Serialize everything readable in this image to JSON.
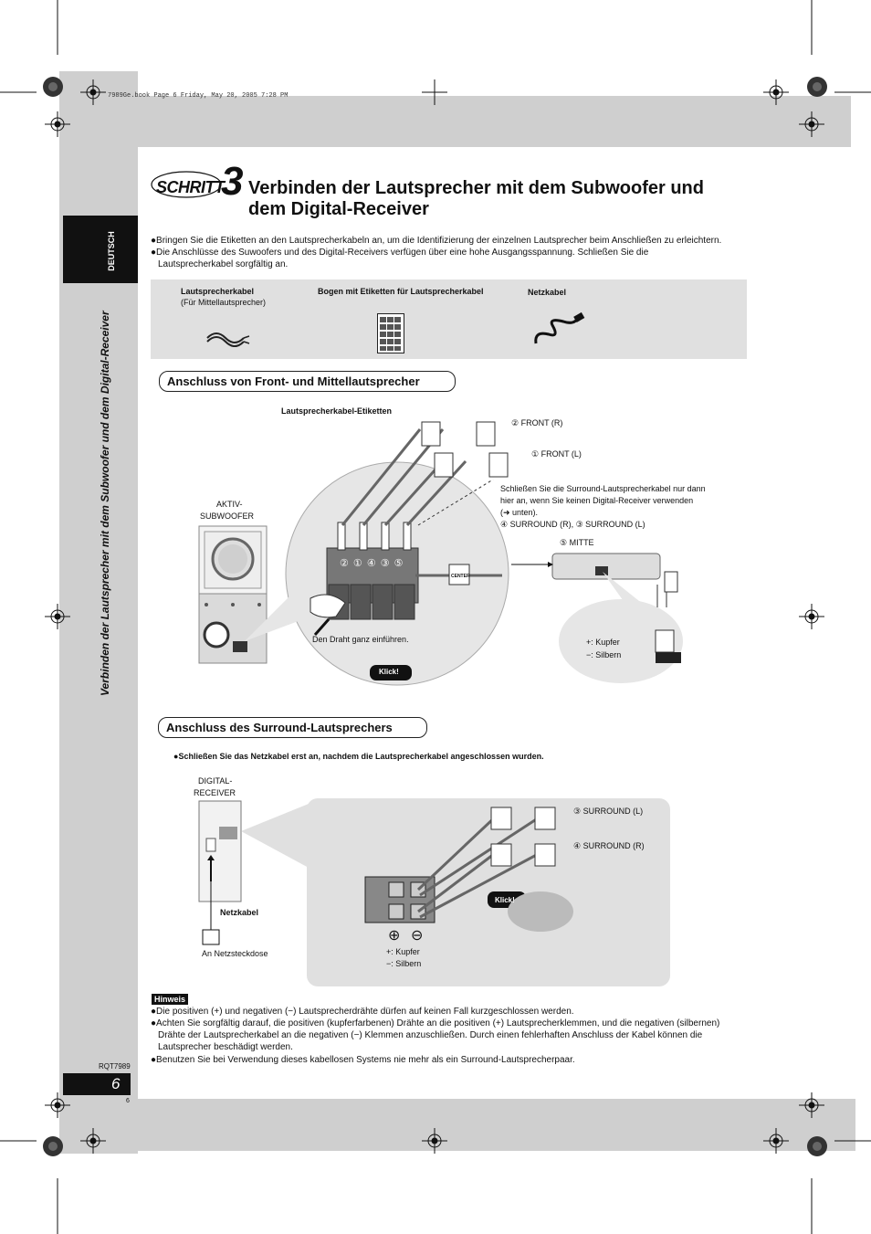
{
  "print_info": "7989Ge.book  Page 6  Friday, May 20, 2005  7:28 PM",
  "sidebar": {
    "language": "DEUTSCH",
    "vertical_title": "Verbinden der Lautsprecher mit dem Subwoofer und dem Digital-Receiver"
  },
  "step": {
    "word": "SCHRITT",
    "number": "3",
    "title_line1": "Verbinden der Lautsprecher mit dem Subwoofer und",
    "title_line2": "dem Digital-Receiver"
  },
  "intro_bullets": [
    "Bringen Sie die Etiketten an den Lautsprecherkabeln an, um die Identifizierung der einzelnen Lautsprecher beim Anschließen zu erleichtern.",
    "Die Anschlüsse des Suwoofers und des Digital-Receivers verfügen über eine hohe Ausgangsspannung. Schließen Sie die",
    "Lautsprecherkabel sorgfältig an."
  ],
  "accessories": {
    "item1_title": "Lautsprecherkabel",
    "item1_sub": "(Für Mittellautsprecher)",
    "item2_title": "Bogen mit Etiketten für Lautsprecherkabel",
    "item3_title": "Netzkabel"
  },
  "section1": {
    "title": "Anschluss von Front- und Mittellautsprecher",
    "label_tags": "Lautsprecherkabel-Etiketten",
    "front_r": "② FRONT (R)",
    "front_l": "① FRONT (L)",
    "note1": "Schließen Sie die Surround-Lautsprecherkabel nur dann",
    "note2": "hier an, wenn Sie keinen Digital-Receiver verwenden",
    "note3": "(➜ unten).",
    "note4": "④ SURROUND (R), ③ SURROUND (L)",
    "subwoofer_line1": "AKTIV-",
    "subwoofer_line2": "SUBWOOFER",
    "mitte": "⑤ MITTE",
    "terminal_numbers": "② ① ④ ③ ⑤",
    "insert_wire": "Den Draht ganz einführen.",
    "klick": "Klick!",
    "plus_label": "+:  Kupfer",
    "minus_label": "−:  Silbern",
    "center_tag": "CENTER"
  },
  "section2": {
    "title": "Anschluss des Surround-Lautsprechers",
    "bullet": "Schließen Sie das Netzkabel erst an, nachdem die Lautsprecherkabel angeschlossen wurden.",
    "receiver_line1": "DIGITAL-",
    "receiver_line2": "RECEIVER",
    "netzkabel": "Netzkabel",
    "outlet": "An Netzsteckdose",
    "surround_l": "③ SURROUND (L)",
    "surround_r": "④ SURROUND (R)",
    "klick": "Klick!",
    "plus_label": "+: Kupfer",
    "minus_label": "−: Silbern",
    "plus_sym": "⊕",
    "minus_sym": "⊖"
  },
  "hinweis": {
    "badge": "Hinweis",
    "bullets": [
      "Die positiven (+) und negativen (−) Lautsprecherdrähte dürfen auf keinen Fall kurzgeschlossen werden.",
      "Achten Sie sorgfältig darauf, die positiven (kupferfarbenen) Drähte an die positiven (+) Lautsprecherklemmen, und die negativen (silbernen)",
      "Drähte der Lautsprecherkabel an die negativen (−) Klemmen anzuschließen. Durch einen fehlerhaften Anschluss der Kabel können die",
      "Lautsprecher beschädigt werden.",
      "Benutzen Sie bei Verwendung dieses kabellosen Systems nie mehr als ein Surround-Lautsprecherpaar."
    ]
  },
  "footer": {
    "doc_code": "RQT7989",
    "page_number": "6",
    "page_small": "6"
  },
  "colors": {
    "band_gray": "#cfcfcf",
    "black": "#111111",
    "panel_gray": "#e0e0e0"
  }
}
